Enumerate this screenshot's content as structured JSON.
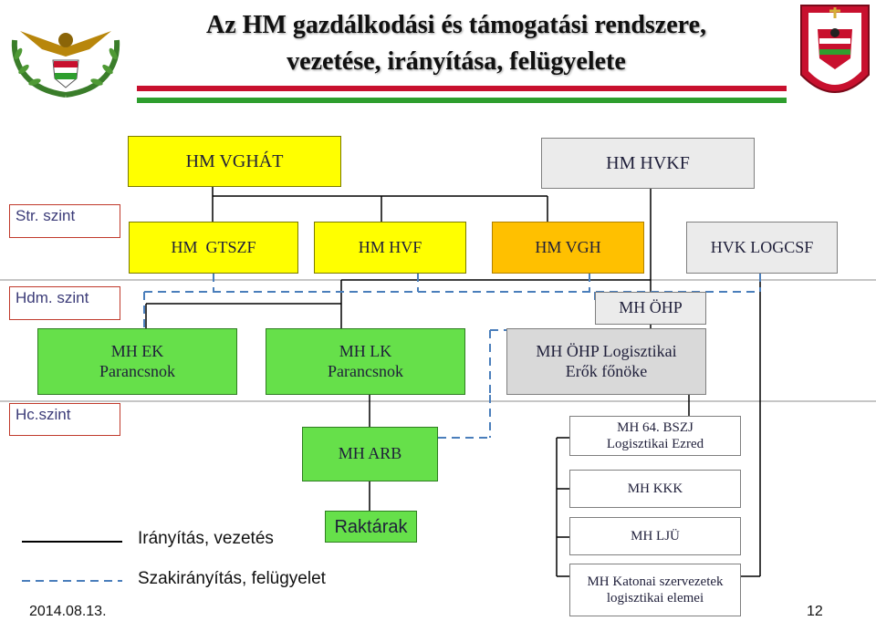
{
  "header": {
    "title_line1": "Az HM gazdálkodási és támogatási rendszere,",
    "title_line2": "vezetése, irányítása, felügyelete",
    "left_logo": "military-wreath-emblem",
    "right_logo": "logistics-crest",
    "stripe_colors": [
      "#c8102e",
      "#ffffff",
      "#2e9e2e"
    ]
  },
  "levels": {
    "strategic": "Str. szint",
    "operational": "Hdm. szint",
    "tactical": "Hc.szint"
  },
  "boxes": {
    "hm_vghat": "HM VGHÁT",
    "hm_hvkf": "HM HVKF",
    "hm_gtszf": "HM  GTSZF",
    "hm_hvf": "HM HVF",
    "hm_vgh": "HM VGH",
    "hvk_logcsf": "HVK LOGCSF",
    "mh_ohp": "MH ÖHP",
    "mh_ek_1": "MH EK",
    "mh_ek_2": "Parancsnok",
    "mh_lk_1": "MH LK",
    "mh_lk_2": "Parancsnok",
    "mh_ohp_log_1": "MH ÖHP Logisztikai",
    "mh_ohp_log_2": "Erők főnöke",
    "mh_arb": "MH ARB",
    "raktarak": "Raktárak",
    "mh_64_1": "MH 64. BSZJ",
    "mh_64_2": "Logisztikai Ezred",
    "mh_kkk": "MH KKK",
    "mh_lju": "MH LJÜ",
    "mh_katonai_1": "MH Katonai szervezetek",
    "mh_katonai_2": "logisztikai elemei"
  },
  "legend": {
    "solid": "Irányítás, vezetés",
    "dashed": "Szakirányítás, felügyelet"
  },
  "footer": {
    "date": "2014.08.13.",
    "page": "12"
  },
  "colors": {
    "solid_line": "#000000",
    "dashed_line": "#4a7ebb",
    "level_border": "#c0392b"
  }
}
